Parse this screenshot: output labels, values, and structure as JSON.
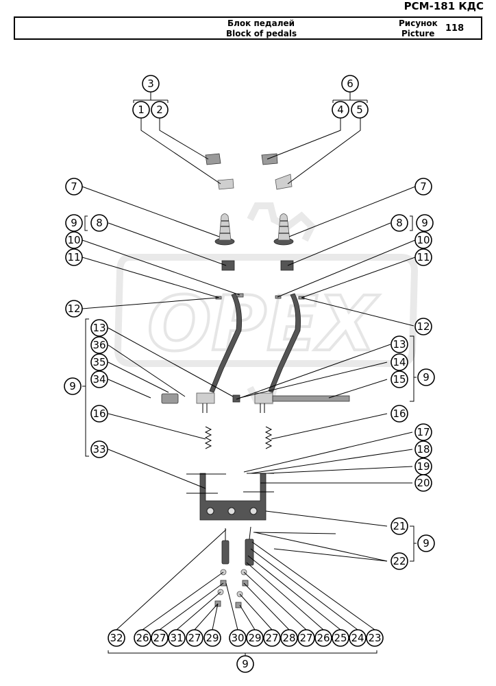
{
  "header": {
    "doc_code": "РСМ-181 КДС",
    "name_ru": "Блок педалей",
    "name_en": "Block of pedals",
    "picture_ru": "Рисунок",
    "picture_en": "Picture",
    "picture_number": "118"
  },
  "watermark": {
    "text": "OPEX"
  },
  "callouts": [
    {
      "id": "c3a",
      "label": "3"
    },
    {
      "id": "c1",
      "label": "1"
    },
    {
      "id": "c2",
      "label": "2"
    },
    {
      "id": "c6",
      "label": "6"
    },
    {
      "id": "c4",
      "label": "4"
    },
    {
      "id": "c5",
      "label": "5"
    },
    {
      "id": "c7l",
      "label": "7"
    },
    {
      "id": "c7r",
      "label": "7"
    },
    {
      "id": "c9a",
      "label": "9"
    },
    {
      "id": "c8l",
      "label": "8"
    },
    {
      "id": "c8r",
      "label": "8"
    },
    {
      "id": "c9b",
      "label": "9"
    },
    {
      "id": "c10l",
      "label": "10"
    },
    {
      "id": "c10r",
      "label": "10"
    },
    {
      "id": "c11l",
      "label": "11"
    },
    {
      "id": "c11r",
      "label": "11"
    },
    {
      "id": "c12l",
      "label": "12"
    },
    {
      "id": "c12r",
      "label": "12"
    },
    {
      "id": "c13l",
      "label": "13"
    },
    {
      "id": "c13r",
      "label": "13"
    },
    {
      "id": "c36",
      "label": "36"
    },
    {
      "id": "c14",
      "label": "14"
    },
    {
      "id": "c35",
      "label": "35"
    },
    {
      "id": "c15",
      "label": "15"
    },
    {
      "id": "c9c",
      "label": "9"
    },
    {
      "id": "c34",
      "label": "34"
    },
    {
      "id": "c9d",
      "label": "9"
    },
    {
      "id": "c16l",
      "label": "16"
    },
    {
      "id": "c16r",
      "label": "16"
    },
    {
      "id": "c17",
      "label": "17"
    },
    {
      "id": "c33",
      "label": "33"
    },
    {
      "id": "c18",
      "label": "18"
    },
    {
      "id": "c19",
      "label": "19"
    },
    {
      "id": "c20",
      "label": "20"
    },
    {
      "id": "c21",
      "label": "21"
    },
    {
      "id": "c9e",
      "label": "9"
    },
    {
      "id": "c22",
      "label": "22"
    },
    {
      "id": "b32",
      "label": "32"
    },
    {
      "id": "b26a",
      "label": "26"
    },
    {
      "id": "b27a",
      "label": "27"
    },
    {
      "id": "b31",
      "label": "31"
    },
    {
      "id": "b27b",
      "label": "27"
    },
    {
      "id": "b29a",
      "label": "29"
    },
    {
      "id": "b30",
      "label": "30"
    },
    {
      "id": "b29b",
      "label": "29"
    },
    {
      "id": "b27c",
      "label": "27"
    },
    {
      "id": "b28",
      "label": "28"
    },
    {
      "id": "b27d",
      "label": "27"
    },
    {
      "id": "b26b",
      "label": "26"
    },
    {
      "id": "b25",
      "label": "25"
    },
    {
      "id": "b24",
      "label": "24"
    },
    {
      "id": "b23",
      "label": "23"
    },
    {
      "id": "c9f",
      "label": "9"
    }
  ]
}
